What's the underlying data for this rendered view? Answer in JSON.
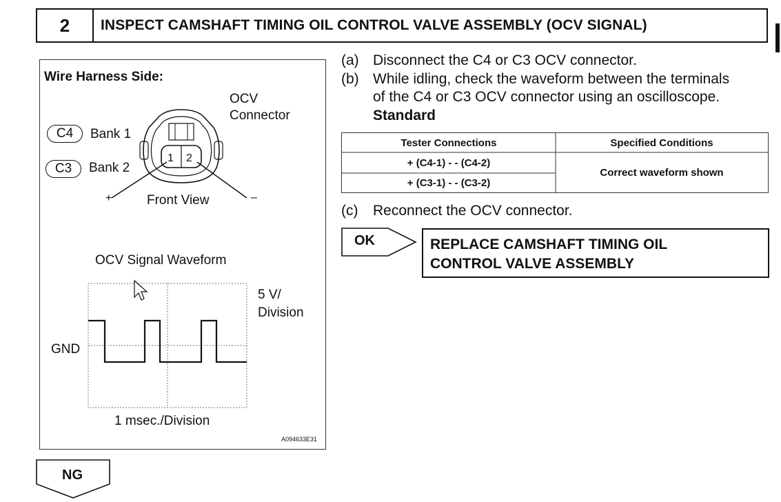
{
  "header": {
    "step_number": "2",
    "title": "INSPECT CAMSHAFT TIMING OIL CONTROL VALVE ASSEMBLY (OCV SIGNAL)"
  },
  "figure": {
    "harness_title": "Wire Harness Side:",
    "ocv_line1": "OCV",
    "ocv_line2": "Connector",
    "c4_label": "C4",
    "bank1_label": "Bank 1",
    "c3_label": "C3",
    "bank2_label": "Bank 2",
    "pin1": "1",
    "pin2": "2",
    "plus": "+",
    "minus": "–",
    "front_view": "Front View",
    "waveform_title": "OCV Signal Waveform",
    "volts_line1": "5 V/",
    "volts_line2": "Division",
    "gnd": "GND",
    "time_div": "1 msec./Division",
    "figure_id": "A094633E31"
  },
  "instructions": {
    "a_letter": "(a)",
    "a_text": "Disconnect the C4 or C3 OCV connector.",
    "b_letter": "(b)",
    "b_text1": "While idling, check the waveform between the terminals",
    "b_text2": "of the C4 or C3 OCV connector using an oscilloscope.",
    "standard": "Standard",
    "c_letter": "(c)",
    "c_text": "Reconnect the OCV connector."
  },
  "table": {
    "headers": [
      "Tester Connections",
      "Specified Conditions"
    ],
    "row1_connection": "+ (C4-1) - - (C4-2)",
    "row2_connection": "+ (C3-1) - - (C3-2)",
    "condition": "Correct waveform shown"
  },
  "result": {
    "ok_label": "OK",
    "ok_line1": "REPLACE CAMSHAFT TIMING OIL",
    "ok_line2": "CONTROL VALVE ASSEMBLY",
    "ng_label": "NG"
  }
}
